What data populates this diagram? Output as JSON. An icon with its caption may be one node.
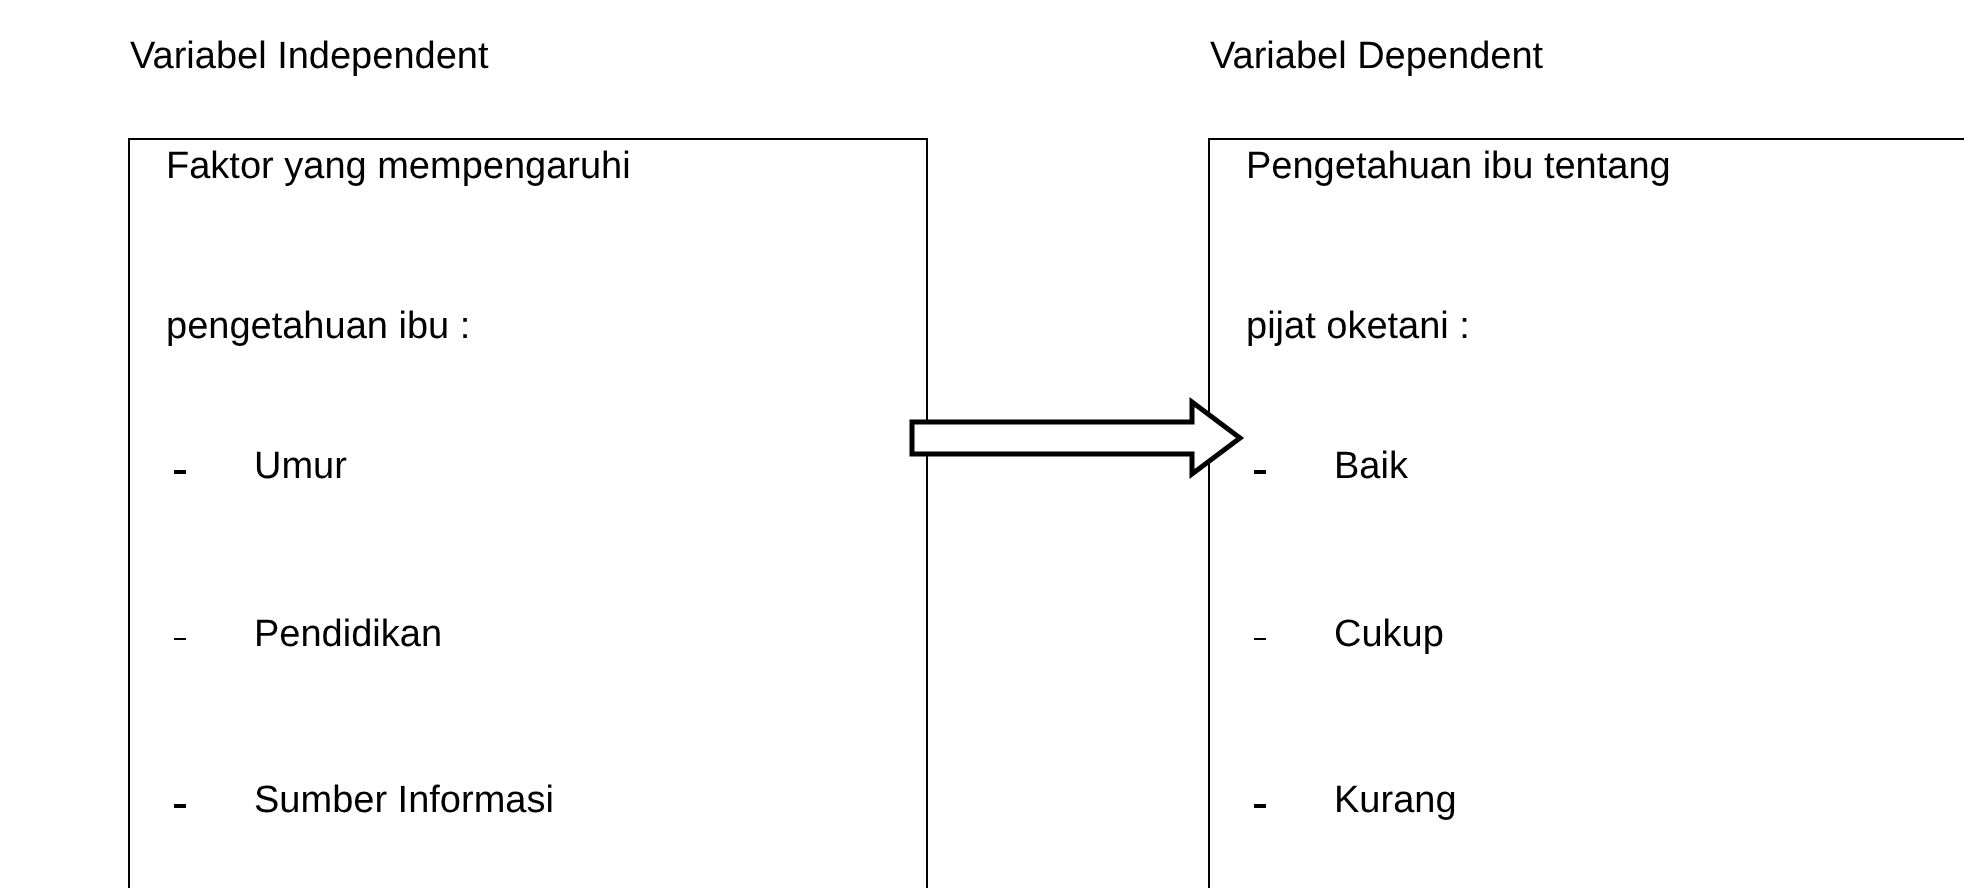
{
  "diagram": {
    "nodes": [
      {
        "text": [
          "Variabel Independent",
          "Faktor yang mempengaruhi pengetahuan ibu :",
          "Umur",
          "Pendidikan",
          "Sumber Informasi"
        ]
      },
      {
        "text": [
          "Variabel Dependent",
          "Pengetahuan ibu tentang pijat oketani :",
          "Baik",
          "Cukup",
          "Kurang"
        ]
      }
    ],
    "edges": [
      {
        "from": 0,
        "to": 1,
        "arrow": "to"
      }
    ]
  }
}
